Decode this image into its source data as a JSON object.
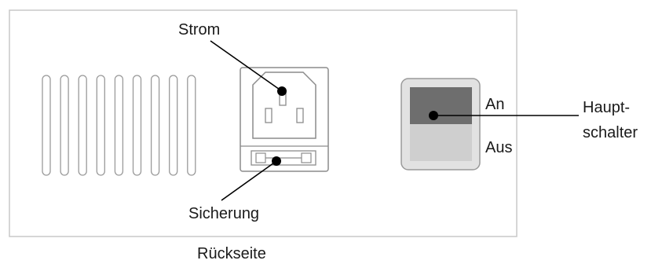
{
  "labels": {
    "strom": "Strom",
    "sicherung": "Sicherung",
    "an": "An",
    "aus": "Aus",
    "hauptschalter_line1": "Haupt-",
    "hauptschalter_line2": "schalter",
    "rueckseite": "Rückseite"
  },
  "colors": {
    "panel_border": "#c8c8c8",
    "outline": "#9a9a9a",
    "switch_on": "#6e6e6e",
    "switch_off": "#cfcfcf",
    "switch_frame": "#e2e2e2",
    "leader": "#000000"
  },
  "vent_slot_count": 9
}
